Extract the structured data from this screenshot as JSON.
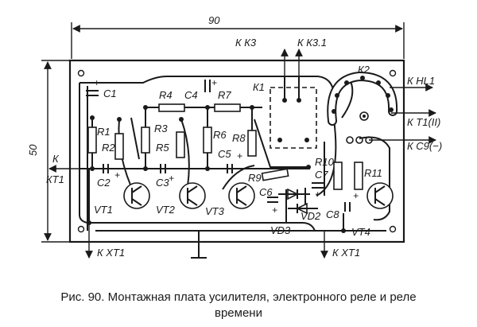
{
  "dimensions": {
    "width": "90",
    "height": "50"
  },
  "inputs": {
    "k": "К",
    "kt1": "КТ1"
  },
  "top_outputs": {
    "kk3": "К К3",
    "kk31": "К К3.1"
  },
  "right_outputs": {
    "khl1": "К HL1",
    "kt1_2": "К Т1(II)",
    "kc9": "К С9(−)"
  },
  "bottom_outputs": {
    "left": "К ХТ1",
    "right": "К ХТ1"
  },
  "relays": {
    "k1": "К1",
    "k2": "К2"
  },
  "resistors": {
    "r1": "R1",
    "r2": "R2",
    "r3": "R3",
    "r4": "R4",
    "r5": "R5",
    "r6": "R6",
    "r7": "R7",
    "r8": "R8",
    "r9": "R9",
    "r10": "R10",
    "r11": "R11"
  },
  "capacitors": {
    "c1": "C1",
    "c2": "C2",
    "c3": "C3",
    "c4": "C4",
    "c5": "C5",
    "c6": "C6",
    "c7": "C7",
    "c8": "C8"
  },
  "transistors": {
    "vt1": "VT1",
    "vt2": "VT2",
    "vt3": "VT3",
    "vt4": "VT4"
  },
  "diodes": {
    "vd2": "VD2",
    "vd3": "VD3"
  },
  "caption": {
    "line1": "Рис. 90. Монтажная плата усилителя, электронного реле и реле",
    "line2": "времени"
  }
}
